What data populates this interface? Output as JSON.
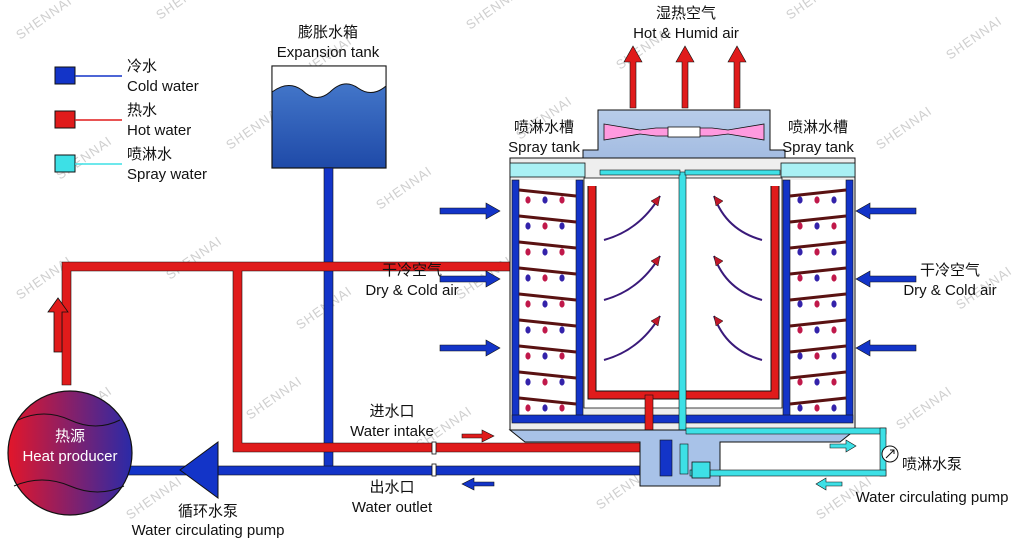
{
  "legend": {
    "cold_water": {
      "zh": "冷水",
      "en": "Cold water",
      "color": "#1334c8"
    },
    "hot_water": {
      "zh": "热水",
      "en": "Hot water",
      "color": "#e01b1b"
    },
    "spray_water": {
      "zh": "喷淋水",
      "en": "Spray water",
      "color": "#3de0e6"
    }
  },
  "labels": {
    "expansion_tank": {
      "zh": "膨胀水箱",
      "en": "Expansion tank"
    },
    "hot_humid_air": {
      "zh": "湿热空气",
      "en": "Hot & Humid air"
    },
    "spray_tank_left": {
      "zh": "喷淋水槽",
      "en": "Spray tank"
    },
    "spray_tank_right": {
      "zh": "喷淋水槽",
      "en": "Spray tank"
    },
    "dry_cold_air_left": {
      "zh": "干冷空气",
      "en": "Dry & Cold air"
    },
    "dry_cold_air_right": {
      "zh": "干冷空气",
      "en": "Dry & Cold air"
    },
    "heat_producer": {
      "zh": "热源",
      "en": "Heat producer"
    },
    "water_intake": {
      "zh": "进水口",
      "en": "Water intake"
    },
    "water_outlet": {
      "zh": "出水口",
      "en": "Water outlet"
    },
    "circulating_pump_left": {
      "zh": "循环水泵",
      "en": "Water circulating pump"
    },
    "spray_pump": {
      "zh": "喷淋水泵",
      "en": "Water circulating pump"
    }
  },
  "watermark": "SHENNAI"
}
